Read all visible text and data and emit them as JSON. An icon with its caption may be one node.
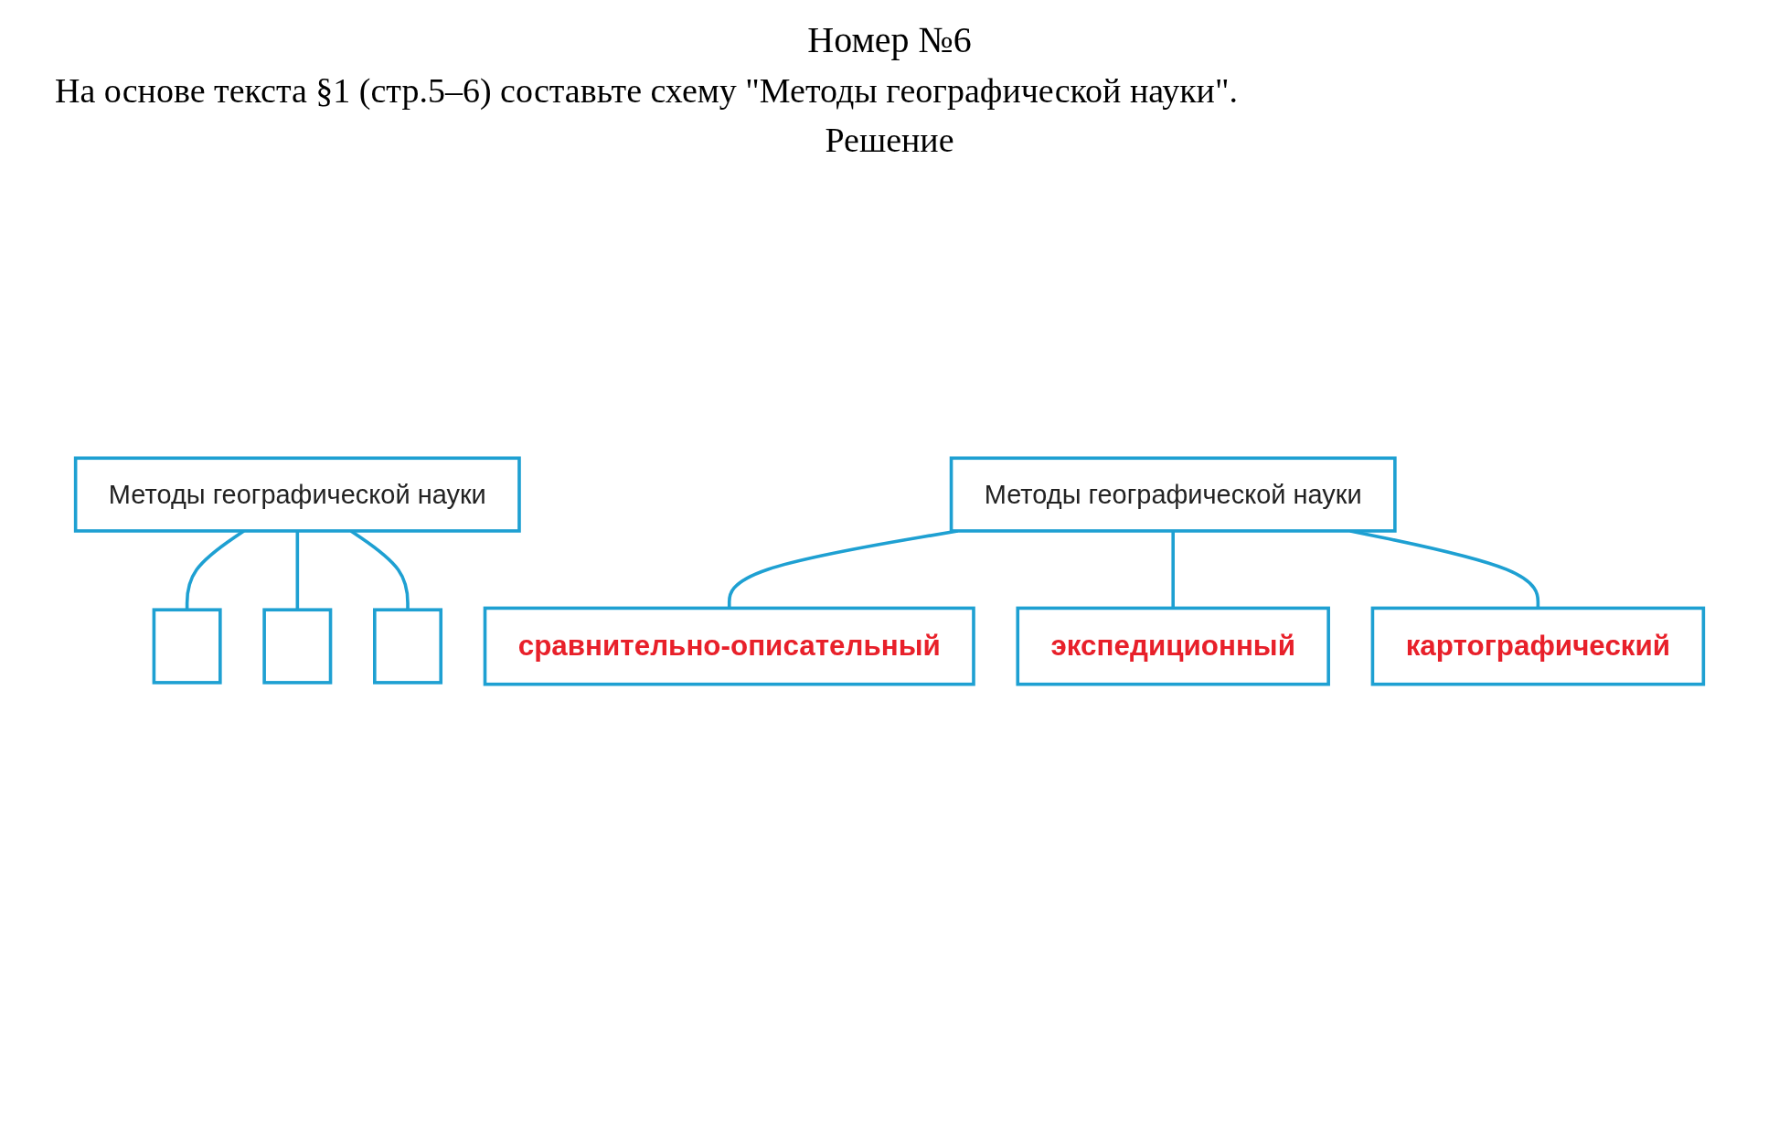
{
  "diagram": {
    "title": "Номер №6",
    "nodes": [
      {
        "text": [
          "Методы географической науки"
        ]
      },
      {
        "text": [],
        "shape": "box"
      },
      {
        "text": [],
        "shape": "box"
      },
      {
        "text": [],
        "shape": "box"
      },
      {
        "text": [
          "Методы географической науки"
        ]
      },
      {
        "text": [
          "сравнительно-описательный"
        ]
      },
      {
        "text": [
          "экспедиционный"
        ]
      },
      {
        "text": [
          "картографический"
        ]
      }
    ],
    "edges": [
      {
        "from": 0,
        "to": 1,
        "arrow": "none"
      },
      {
        "from": 0,
        "to": 2,
        "arrow": "none"
      },
      {
        "from": 0,
        "to": 3,
        "arrow": "none"
      },
      {
        "from": 4,
        "to": 5,
        "arrow": "none"
      },
      {
        "from": 4,
        "to": 6,
        "arrow": "none"
      },
      {
        "from": 4,
        "to": 7,
        "arrow": "none"
      }
    ],
    "labels": [
      "На основе текста §1 (стр.5–6) составьте схему \"Методы географической науки\".",
      "Решение"
    ]
  }
}
